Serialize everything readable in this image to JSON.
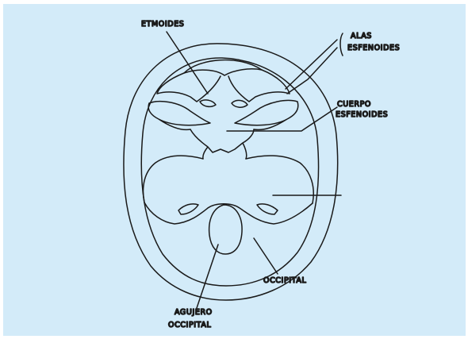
{
  "diagram": {
    "colors": {
      "background": "#d3ebf9",
      "ink": "#1a1a1a",
      "frame": "#ffffff"
    },
    "labels": {
      "etmoides": "ETMOIDES",
      "alas_line1": "ALAS",
      "alas_line2": "ESFENOIDES",
      "cuerpo_line1": "CUERPO",
      "cuerpo_line2": "ESFENOIDES",
      "occipital": "OCCIPITAL",
      "agujero_line1": "AGUJERO",
      "agujero_line2": "OCCIPITAL"
    }
  }
}
